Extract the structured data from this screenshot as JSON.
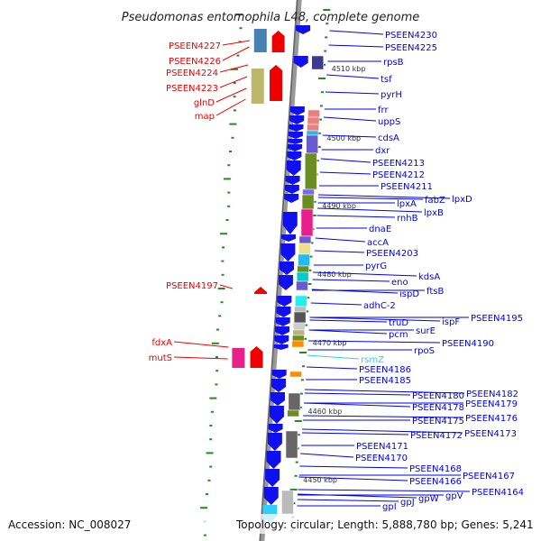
{
  "title": "Pseudomonas entomophila L48, complete genome",
  "footer": {
    "accession": "Accession: NC_008027",
    "topology": "Topology: circular; Length: 5,888,780 bp; Genes: 5,241"
  },
  "colors": {
    "forward_label": "#0000ee",
    "reverse_label": "#ee0000",
    "rna_label": "#33ccff",
    "backbone": "#888888",
    "tick": "#228b22"
  },
  "kbp_ticks": [
    "4510 kbp",
    "4500 kbp",
    "4490 kbp",
    "4480 kbp",
    "4470 kbp",
    "4460 kbp",
    "4450 kbp"
  ],
  "right_labels": [
    "PSEEN4230",
    "PSEEN4225",
    "rpsB",
    "tsf",
    "pyrH",
    "frr",
    "uppS",
    "cdsA",
    "dxr",
    "PSEEN4213",
    "PSEEN4212",
    "PSEEN4211",
    "lpxD",
    "fabZ",
    "lpxA",
    "lpxB",
    "rnhB",
    "dnaE",
    "accA",
    "PSEEN4203",
    "pyrG",
    "kdsA",
    "eno",
    "ftsB",
    "ispD",
    "adhC-2",
    "PSEEN4195",
    "ispF",
    "truD",
    "surE",
    "pcm",
    "PSEEN4190",
    "rpoS",
    "rsmZ",
    "PSEEN4186",
    "PSEEN4185",
    "PSEEN4182",
    "PSEEN4180",
    "PSEEN4179",
    "PSEEN4178",
    "PSEEN4176",
    "PSEEN4175",
    "PSEEN4173",
    "PSEEN4172",
    "PSEEN4171",
    "PSEEN4170",
    "PSEEN4168",
    "PSEEN4167",
    "PSEEN4166",
    "PSEEN4164",
    "gpV",
    "gpW",
    "gpJ",
    "gpI"
  ],
  "left_labels": [
    "PSEEN4227",
    "PSEEN4226",
    "PSEEN4224",
    "PSEEN4223",
    "glnD",
    "map",
    "PSEEN4197",
    "fdxA",
    "mutS"
  ]
}
